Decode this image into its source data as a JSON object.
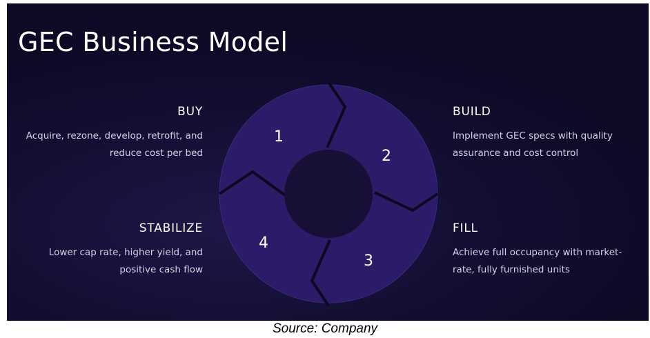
{
  "title": "GEC Business Model",
  "steps": [
    {
      "number": "1",
      "heading": "BUY",
      "description_line1": "Acquire, rezone, develop, retrofit, and",
      "description_line2": "reduce cost per bed"
    },
    {
      "number": "2",
      "heading": "BUILD",
      "description_line1": "Implement GEC specs with quality",
      "description_line2": "assurance and cost control"
    },
    {
      "number": "3",
      "heading": "FILL",
      "description_line1": "Achieve full occupancy with market-",
      "description_line2": "rate, fully furnished units"
    },
    {
      "number": "4",
      "heading": "STABILIZE",
      "description_line1": "Lower cap rate, higher yield, and",
      "description_line2": "positive cash flow"
    }
  ],
  "source": "Source: Company",
  "colors": {
    "background": "#130f33",
    "segment": "#2b1b69",
    "hub": "#170f36",
    "divider": "#0b0820",
    "text": "#ffffff",
    "muted_text": "#d4d0e4"
  }
}
